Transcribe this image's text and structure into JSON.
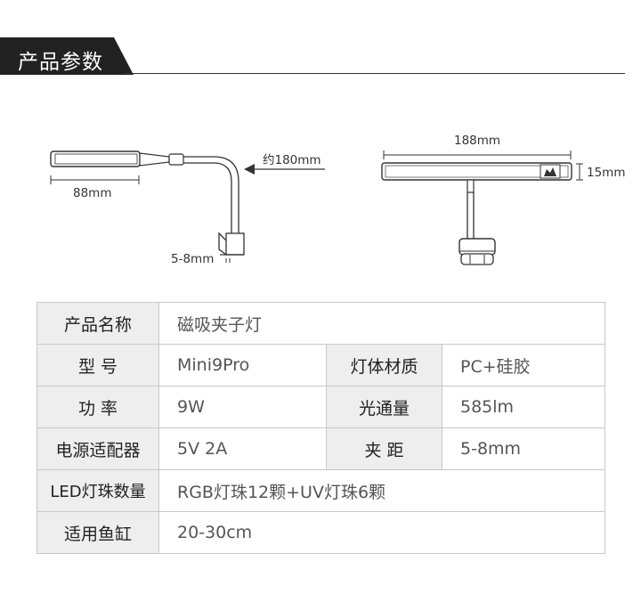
{
  "header": {
    "title": "产品参数"
  },
  "diagram_side": {
    "width_label": "88mm",
    "length_label": "约180mm",
    "clamp_label": "5-8mm"
  },
  "diagram_front": {
    "width_label": "188mm",
    "height_label": "15mm"
  },
  "specs": {
    "name": {
      "label": "产品名称",
      "value": "磁吸夹子灯"
    },
    "model": {
      "label": "型 号",
      "value": "Mini9Pro"
    },
    "material": {
      "label": "灯体材质",
      "value": "PC+硅胶"
    },
    "power": {
      "label": "功 率",
      "value": "9W"
    },
    "flux": {
      "label": "光通量",
      "value": "585lm"
    },
    "adapter": {
      "label": "电源适配器",
      "value": "5V 2A"
    },
    "clamp": {
      "label": "夹 距",
      "value": "5-8mm"
    },
    "leds": {
      "label": "LED灯珠数量",
      "value": "RGB灯珠12颗+UV灯珠6颗"
    },
    "tank": {
      "label": "适用鱼缸",
      "value": "20-30cm"
    }
  }
}
